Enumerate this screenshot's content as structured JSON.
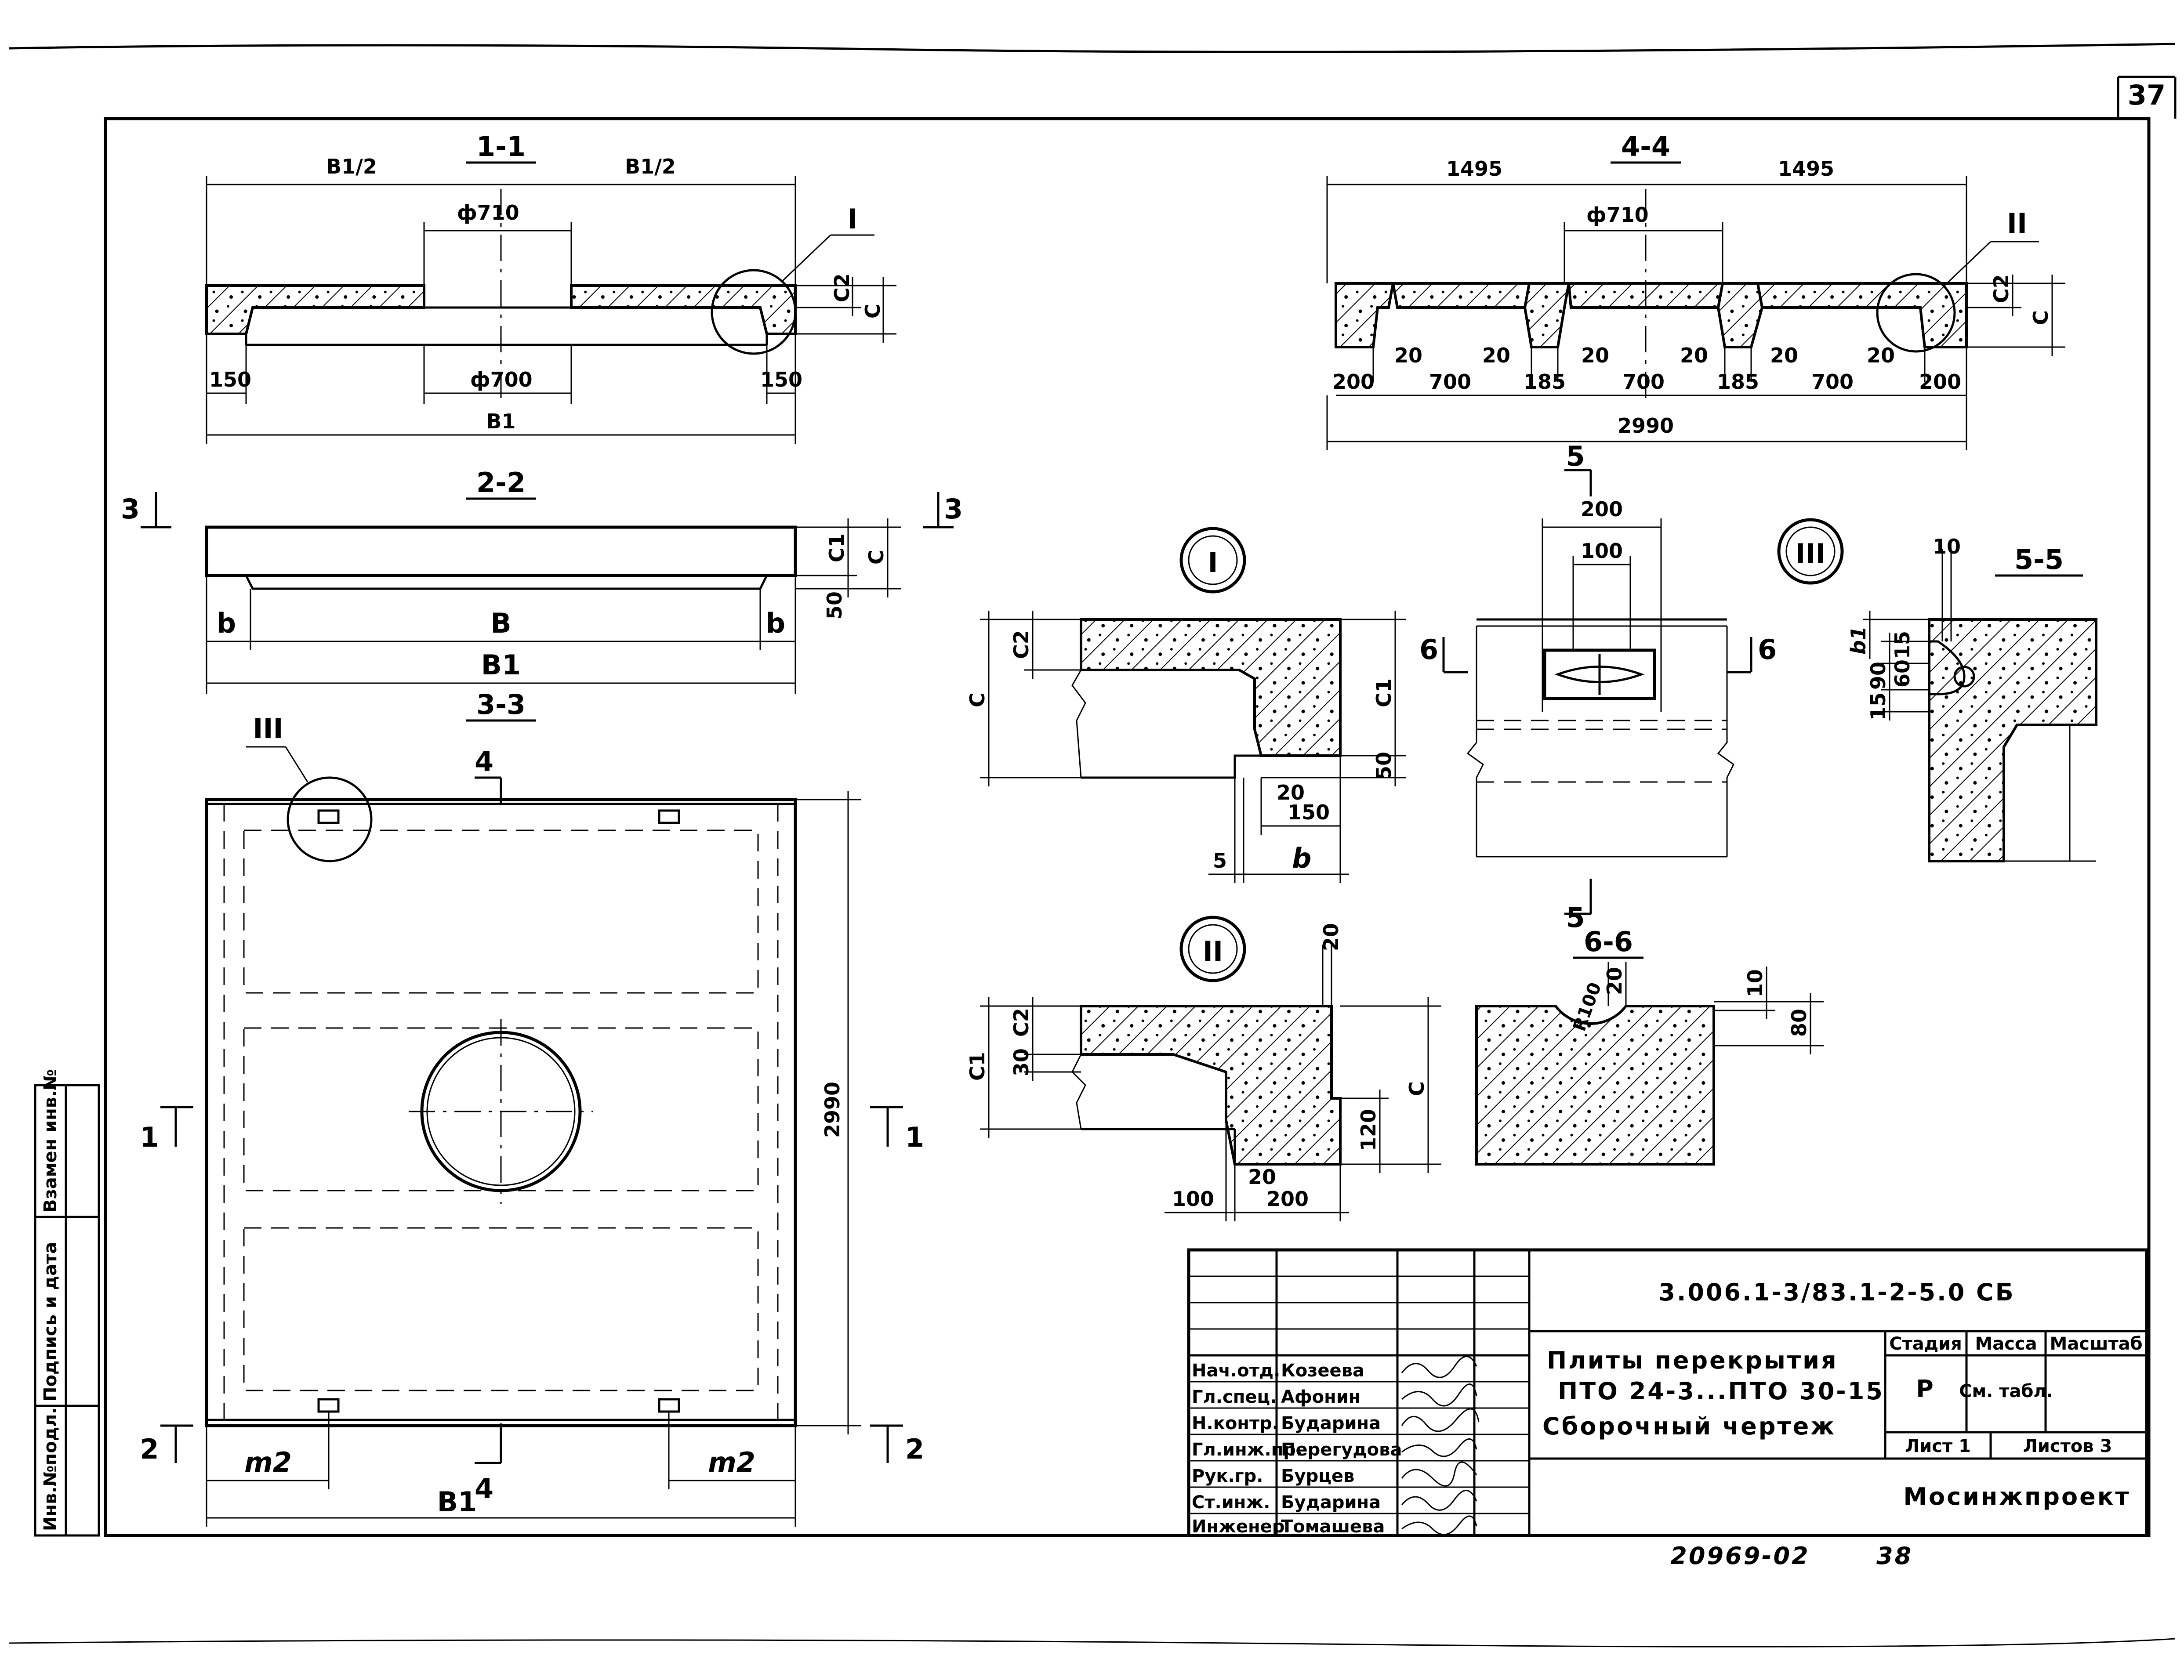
{
  "page_number": "37",
  "bottom_notes": {
    "archive_no": "20969-02",
    "sheet_ref": "38"
  },
  "side_stamp": [
    "Инв.№подл.",
    "Подпись и дата",
    "Взамен инв.№"
  ],
  "section_1_1": {
    "title": "1-1",
    "half_left": "B1/2",
    "half_right": "B1/2",
    "top_dia": "ф710",
    "bottom_dia": "ф700",
    "edge_left": "150",
    "edge_right": "150",
    "total": "B1",
    "callout": "I",
    "c2": "C2",
    "c": "C"
  },
  "section_4_4": {
    "title": "4-4",
    "half_left": "1495",
    "half_right": "1495",
    "top_dia": "ф710",
    "bottom_dims": [
      "200",
      "20",
      "700",
      "20",
      "185",
      "20",
      "700",
      "20",
      "185",
      "20",
      "700",
      "20",
      "200"
    ],
    "total": "2990",
    "callout": "II",
    "c2": "C2",
    "c": "C"
  },
  "section_2_2": {
    "title": "2-2",
    "marker_left": "3",
    "marker_right": "3",
    "b_left": "b",
    "b_right": "b",
    "inner": "B",
    "total": "B1",
    "c1": "C1",
    "c": "C",
    "d50": "50"
  },
  "plan_3_3": {
    "title": "3-3",
    "callout": "III",
    "marker_top": "4",
    "marker_bottom": "4",
    "side_left_top": "1",
    "side_right_top": "1",
    "side_left_bottom": "2",
    "side_right_bottom": "2",
    "height": "2990",
    "m_left": "m2",
    "m_right": "m2",
    "width": "B1"
  },
  "detail_I": {
    "callout": "I",
    "c": "C",
    "c2": "C2",
    "c1": "C1",
    "d50": "50",
    "d20": "20",
    "d150": "150",
    "d5": "5",
    "b": "b"
  },
  "detail_II": {
    "callout": "II",
    "c1": "C1",
    "c2": "C2",
    "d30": "30",
    "d20top": "20",
    "c": "C",
    "d120": "120",
    "d20": "20",
    "d100": "100",
    "d200": "200"
  },
  "detail_III": {
    "callout": "III"
  },
  "section_5_view": {
    "marker_top": "5",
    "marker_bottom": "5",
    "d200": "200",
    "d100": "100",
    "side_left": "6",
    "side_right": "6"
  },
  "section_5_5": {
    "title": "5-5",
    "d10": "10",
    "b1": "b1",
    "d15a": "15",
    "d60": "60",
    "d90": "90",
    "d15b": "15"
  },
  "section_6_6": {
    "title": "6-6",
    "d20": "20",
    "r100": "R100",
    "d10": "10",
    "d80": "80"
  },
  "title_block": {
    "doc_code": "3.006.1-3/83.1-2-5.0 СБ",
    "title_lines": [
      "Плиты перекрытия",
      "ПТО 24-3...ПТО 30-15",
      "Сборочный чертеж"
    ],
    "stage_hdr": "Стадия",
    "mass_hdr": "Масса",
    "scale_hdr": "Масштаб",
    "stage": "Р",
    "mass": "См. табл.",
    "sheet": "Лист 1",
    "sheets": "Листов 3",
    "org": "Мосинжпроект",
    "people": [
      {
        "role": "Нач.отд.",
        "name": "Козеева"
      },
      {
        "role": "Гл.спец.",
        "name": "Афонин"
      },
      {
        "role": "Н.контр.",
        "name": "Бударина"
      },
      {
        "role": "Гл.инж.пр.",
        "name": "Перегудова"
      },
      {
        "role": "Рук.гр.",
        "name": "Бурцев"
      },
      {
        "role": "Ст.инж.",
        "name": "Бударина"
      },
      {
        "role": "Инженер",
        "name": "Томашева"
      }
    ]
  }
}
